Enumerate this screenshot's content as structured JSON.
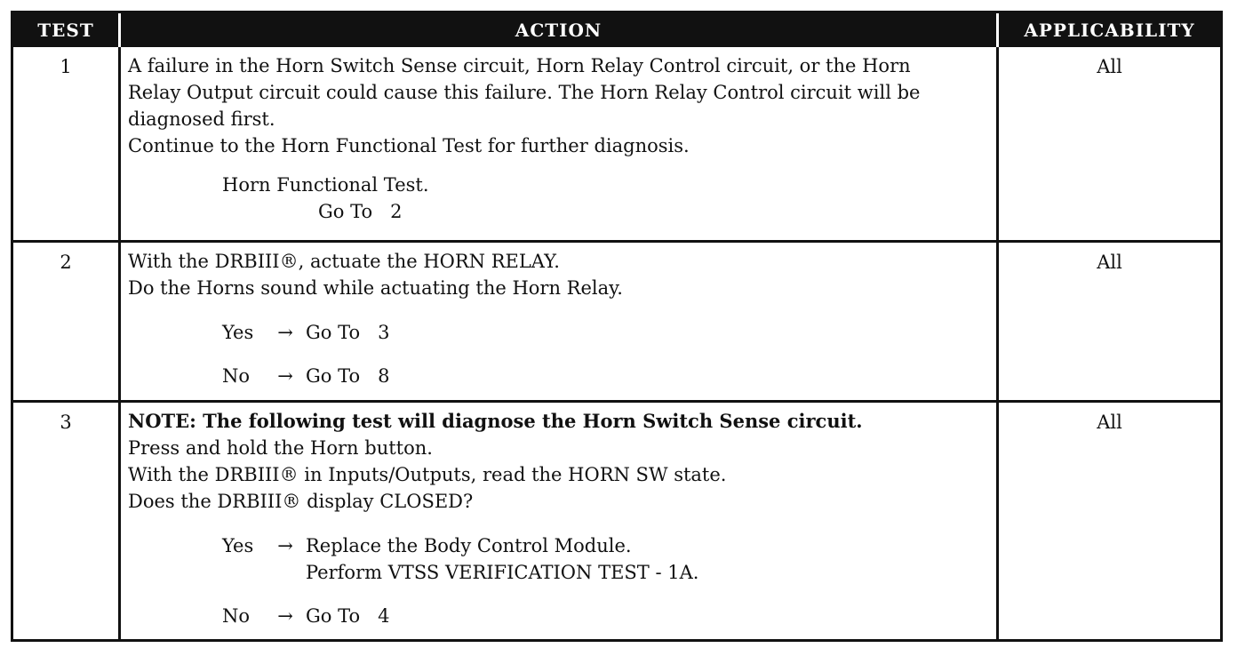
{
  "headers": {
    "test": "TEST",
    "action": "ACTION",
    "applicability": "APPLICABILITY"
  },
  "rows": [
    {
      "test": "1",
      "applicability": "All",
      "lines": [
        "A failure in the Horn Switch Sense circuit, Horn Relay Control circuit, or the Horn",
        "Relay Output circuit could cause this failure. The Horn Relay Control circuit will be",
        "diagnosed first.",
        "Continue to the Horn Functional Test for further diagnosis."
      ],
      "step_title": "Horn Functional Test.",
      "step_goto": "Go To   2"
    },
    {
      "test": "2",
      "applicability": "All",
      "lines": [
        "With the DRBIII®, actuate the HORN RELAY.",
        "Do the Horns sound while actuating the Horn Relay."
      ],
      "options": [
        {
          "label": "Yes",
          "arrow": "→",
          "result": "Go To   3"
        },
        {
          "label": "No",
          "arrow": "→",
          "result": "Go To   8"
        }
      ]
    },
    {
      "test": "3",
      "applicability": "All",
      "note": "NOTE: The following test will diagnose the Horn Switch Sense circuit.",
      "lines": [
        "Press and hold the Horn button.",
        "With the DRBIII® in Inputs/Outputs, read the HORN SW state.",
        "Does the DRBIII® display CLOSED?"
      ],
      "options": [
        {
          "label": "Yes",
          "arrow": "→",
          "result": "Replace the Body Control Module.",
          "result2": "Perform VTSS VERIFICATION TEST - 1A."
        },
        {
          "label": "No",
          "arrow": "→",
          "result": "Go To   4"
        }
      ]
    }
  ]
}
